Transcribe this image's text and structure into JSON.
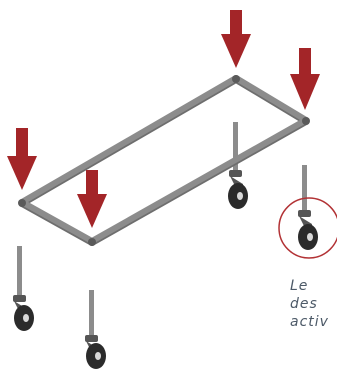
{
  "colors": {
    "frame": "#8c8c8c",
    "frame_dark": "#6e6e6e",
    "frame_joint": "#5a5a5a",
    "arrow": "#a32528",
    "wheel": "#2b2b2b",
    "wheel_hub": "#d9d9d9",
    "caster_metal": "#555555",
    "highlight_circle": "#b23235",
    "caption_text": "#4d5a68"
  },
  "icons": {
    "load_arrow": "arrow-down-icon",
    "caster_wheel": "caster-wheel-icon",
    "highlight": "highlight-circle-icon"
  },
  "caption": {
    "line1": "Le c",
    "line2": "des",
    "line3": "activ"
  }
}
